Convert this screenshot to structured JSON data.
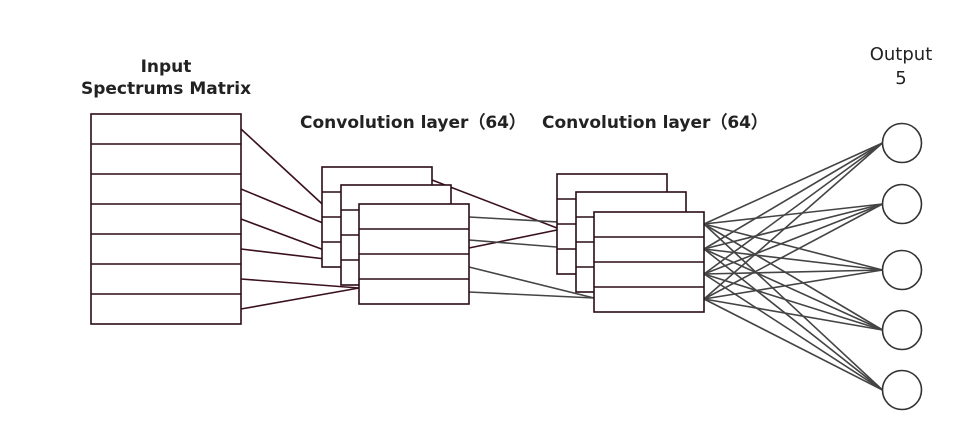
{
  "input": {
    "title_line1": "Input",
    "title_line2": "Spectrums Matrix",
    "rows": 7
  },
  "conv1": {
    "title": "Convolution layer（64）",
    "rows": 4
  },
  "conv2": {
    "title": "Convolution layer（64）",
    "rows": 4
  },
  "output": {
    "title_line1": "Output",
    "title_line2": "5",
    "nodes": 5
  },
  "colors": {
    "box_stroke": "#2a0d14",
    "link_dark": "#3a1020",
    "link_gray": "#444444",
    "text": "#222222"
  }
}
